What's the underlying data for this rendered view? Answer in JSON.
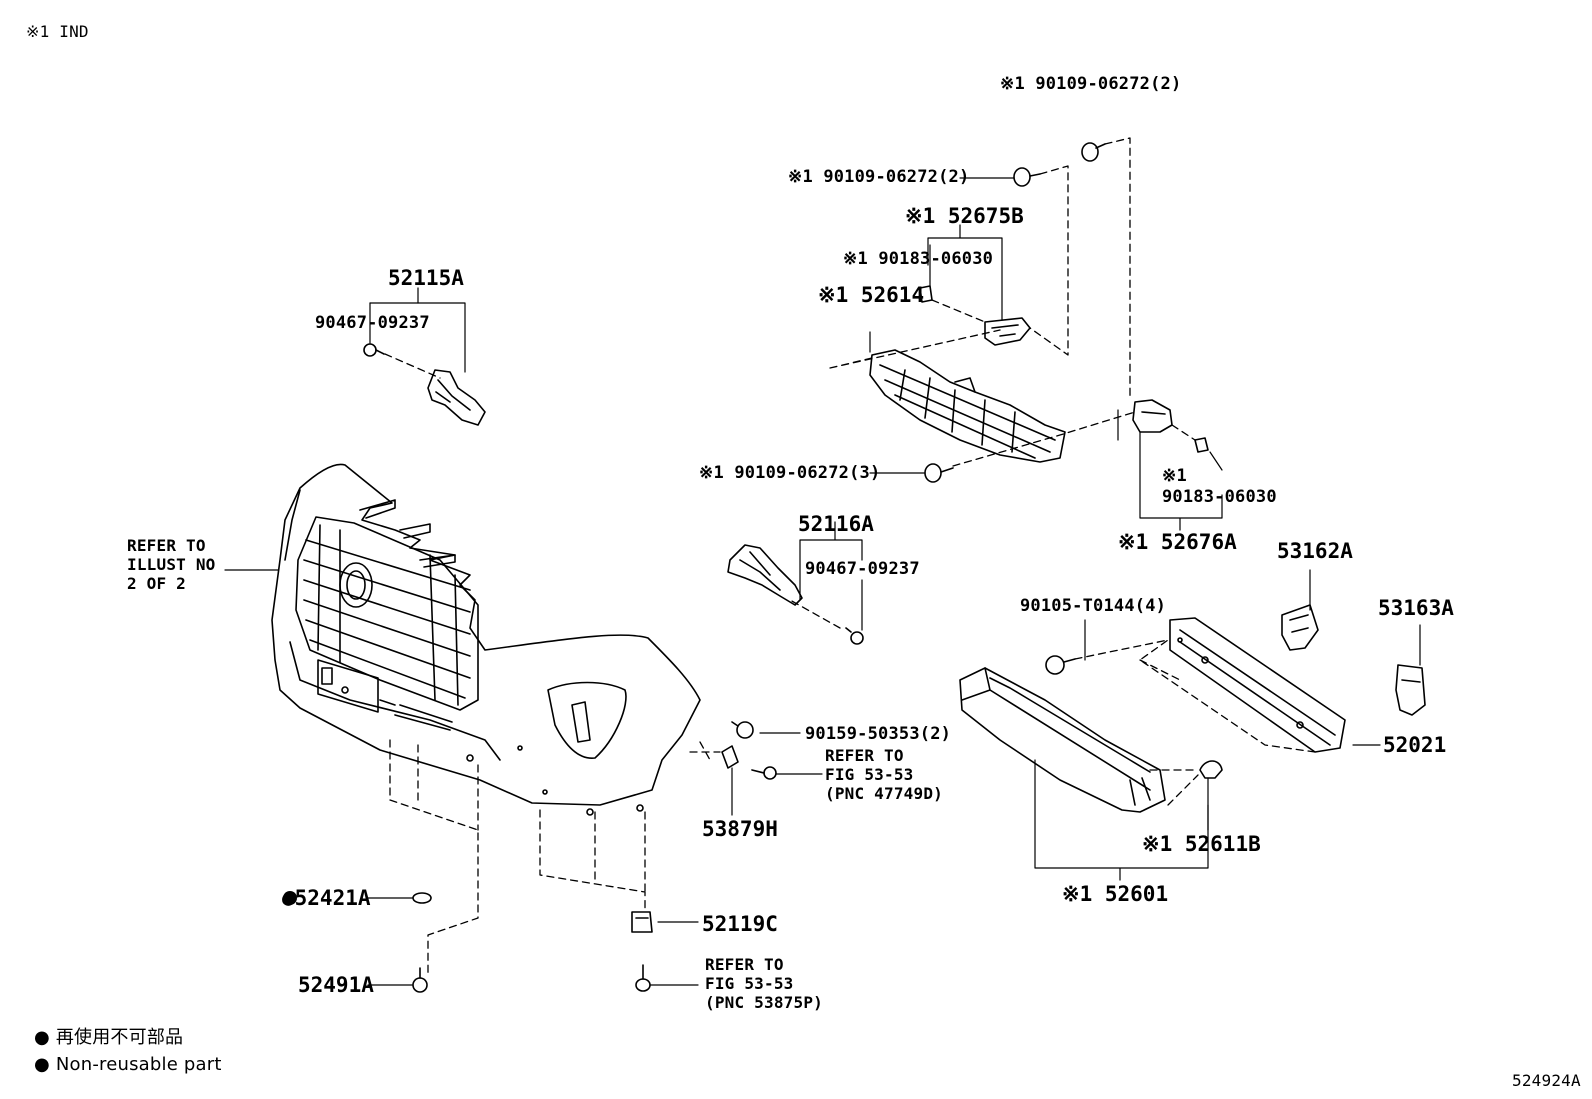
{
  "header_note": "※1 IND",
  "footer_id": "524924A",
  "legend": {
    "jp": "● 再使用不可部品",
    "en": "● Non-reusable part"
  },
  "labels": {
    "p_90109_top": "※1 90109-06272(2)",
    "p_90109_mid": "※1 90109-06272(2)",
    "p_52675B": "※1 52675B",
    "p_90183_a": "※1 90183-06030",
    "p_52614": "※1 52614",
    "p_52115A": "52115A",
    "p_90467_a": "90467-09237",
    "p_90109_low": "※1 90109-06272(3)",
    "p_90183_b1": "※1",
    "p_90183_b2": "90183-06030",
    "p_52676A": "※1 52676A",
    "p_52116A": "52116A",
    "p_90467_b": "90467-09237",
    "p_53162A": "53162A",
    "p_90105": "90105-T0144(4)",
    "p_53163A": "53163A",
    "p_52021": "52021",
    "p_90159": "90159-50353(2)",
    "p_53879H": "53879H",
    "p_52611B": "※1 52611B",
    "p_52601": "※1 52601",
    "p_52421A": "●52421A",
    "p_52119C": "52119C",
    "p_52491A": "52491A"
  },
  "refs": {
    "illust": [
      "REFER TO",
      "ILLUST NO",
      "2 OF 2"
    ],
    "fig_a": [
      "REFER TO",
      "FIG 53-53",
      "(PNC 47749D)"
    ],
    "fig_b": [
      "REFER TO",
      "FIG 53-53",
      "(PNC 53875P)"
    ]
  }
}
